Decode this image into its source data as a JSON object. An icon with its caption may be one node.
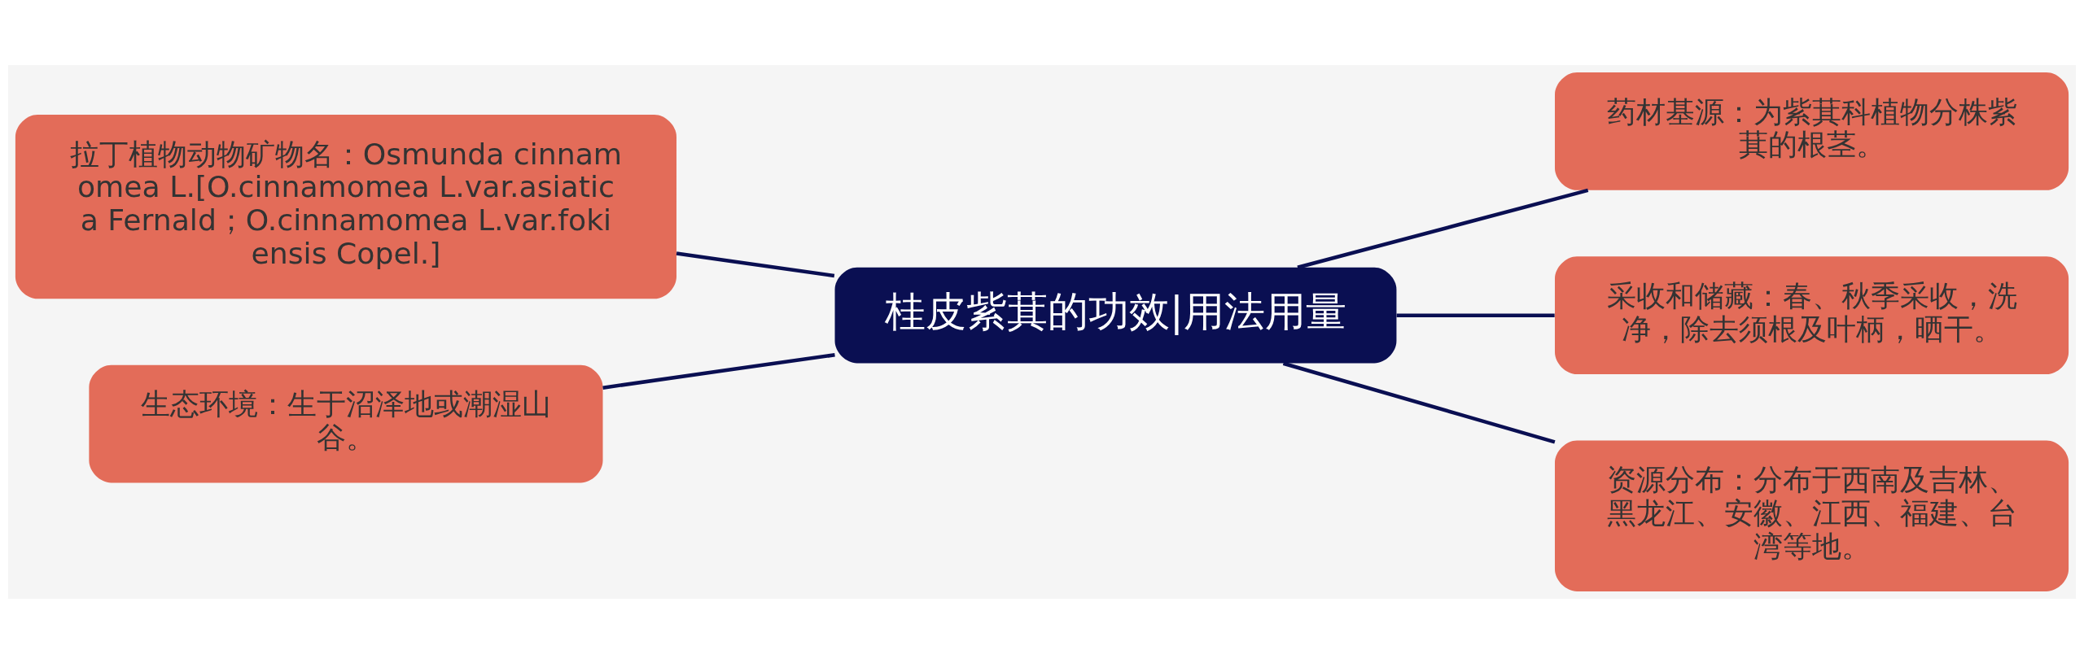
{
  "diagram": {
    "nodes": [
      {
        "text": [
          "桂皮紫萁的功效|用法用量"
        ]
      },
      {
        "text": [
          "拉丁植物动物矿物名：Osmunda cinnamomea L.[O.cinnamomea L.var.asiatica Fernald；O.cinnamomea L.var.fokiensis Copel.]"
        ]
      },
      {
        "text": [
          "生态环境：生于沼泽地或潮湿山谷。"
        ]
      },
      {
        "text": [
          "药材基源：为紫萁科植物分株紫萁的根茎。"
        ]
      },
      {
        "text": [
          "采收和储藏：春、秋季采收，洗净，除去须根及叶柄，晒干。"
        ]
      },
      {
        "text": [
          "资源分布：分布于西南及吉林、黑龙江、安徽、江西、福建、台湾等地。"
        ]
      }
    ],
    "edges": [
      {
        "from": 0,
        "to": 1,
        "arrow": "none"
      },
      {
        "from": 0,
        "to": 2,
        "arrow": "none"
      },
      {
        "from": 0,
        "to": 3,
        "arrow": "none"
      },
      {
        "from": 0,
        "to": 4,
        "arrow": "none"
      },
      {
        "from": 0,
        "to": 5,
        "arrow": "none"
      }
    ]
  }
}
